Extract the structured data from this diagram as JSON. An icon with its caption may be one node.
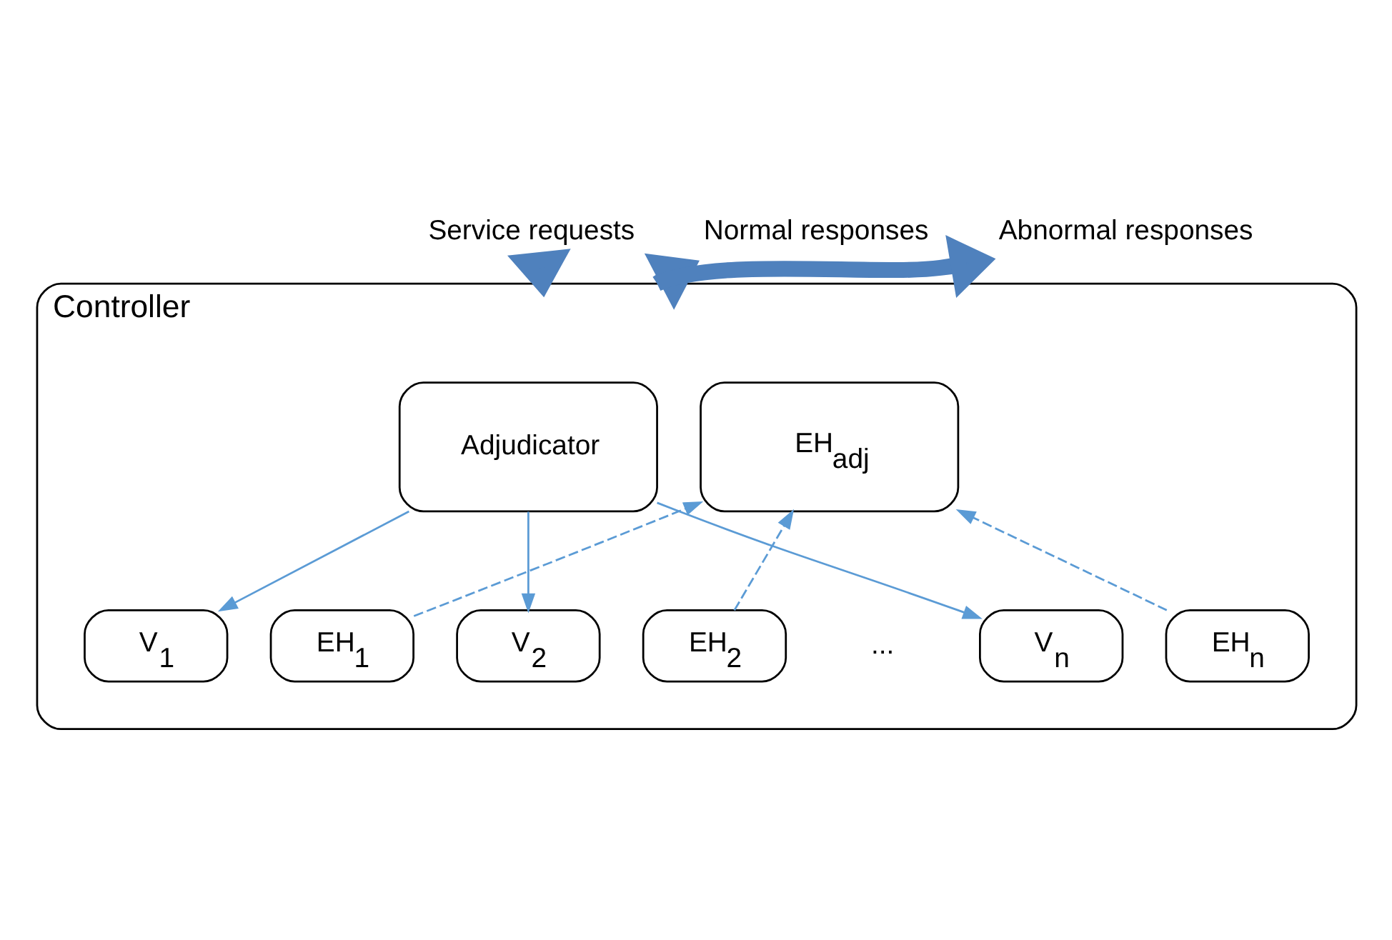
{
  "diagram": {
    "nodes": [
      {
        "text": [
          "Service requests"
        ]
      },
      {
        "text": [
          "Normal responses"
        ]
      },
      {
        "text": [
          "Abnormal responses"
        ]
      },
      {
        "text": [
          "Controller"
        ]
      },
      {
        "text": [
          "Adjudicator"
        ],
        "in": 3
      },
      {
        "text": [
          "EH$_{adj}$"
        ],
        "in": 3
      },
      {
        "text": [
          "V$_{1}$"
        ],
        "in": 3
      },
      {
        "text": [
          "EH$_{1}$"
        ],
        "in": 3
      },
      {
        "text": [
          "V$_{2}$"
        ],
        "in": 3
      },
      {
        "text": [
          "EH$_{2}$"
        ],
        "in": 3
      },
      {
        "text": [
          "V$_{n}$"
        ],
        "in": 3
      },
      {
        "text": [
          "EH$_{n}$"
        ],
        "in": 3
      }
    ],
    "edges": [
      {
        "from": 0,
        "to": 3,
        "arrow": "to",
        "style": "thick",
        "color": "#4f81bd"
      },
      {
        "from": 3,
        "to": 1,
        "arrow": "to",
        "style": "thick",
        "color": "#4f81bd"
      },
      {
        "from": 3,
        "to": 2,
        "arrow": "to",
        "style": "thick",
        "color": "#4f81bd"
      },
      {
        "from": 4,
        "to": 6,
        "arrow": "to"
      },
      {
        "from": 4,
        "to": 8,
        "arrow": "to"
      },
      {
        "from": 4,
        "to": 10,
        "arrow": "to"
      },
      {
        "from": 7,
        "to": 5,
        "arrow": "to",
        "style": "dashed"
      },
      {
        "from": 9,
        "to": 5,
        "arrow": "to",
        "style": "dashed"
      },
      {
        "from": 11,
        "to": 5,
        "arrow": "to",
        "style": "dashed"
      }
    ],
    "labels": [
      "..."
    ]
  }
}
